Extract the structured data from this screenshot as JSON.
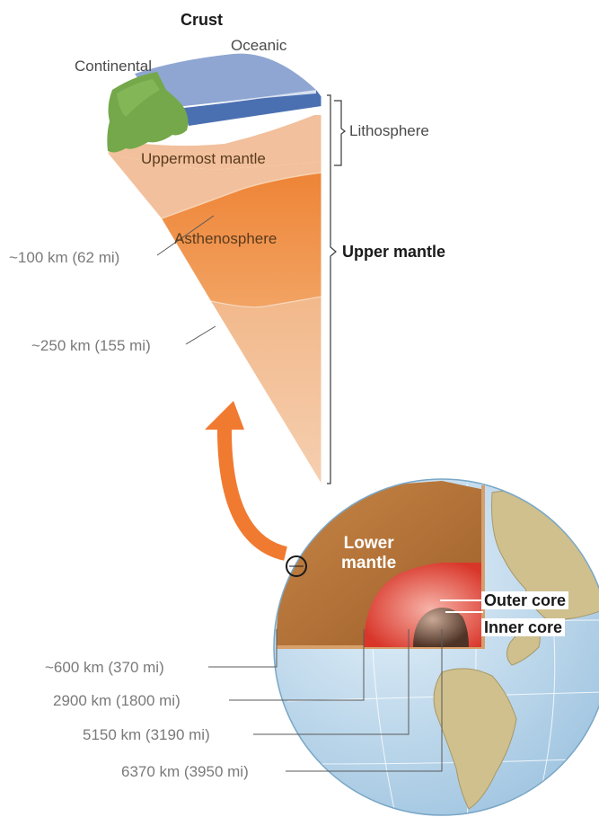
{
  "labels": {
    "crust": "Crust",
    "oceanic": "Oceanic",
    "continental": "Continental",
    "lithosphere": "Lithosphere",
    "uppermost_mantle": "Uppermost mantle",
    "asthenosphere": "Asthenosphere",
    "upper_mantle": "Upper mantle",
    "lower_mantle_line1": "Lower",
    "lower_mantle_line2": "mantle",
    "outer_core": "Outer core",
    "inner_core": "Inner core"
  },
  "depths": {
    "d100": "~100 km (62 mi)",
    "d250": "~250 km (155 mi)",
    "d600": "~600 km (370 mi)",
    "d2900": "2900 km (1800 mi)",
    "d5150": "5150 km (3190 mi)",
    "d6370": "6370 km (3950 mi)"
  },
  "colors": {
    "continental_crust": "#74a84a",
    "oceanic_crust": "#8fa6d2",
    "uppermost_mantle": "#f1c09a",
    "asthenosphere": "#f0883a",
    "lower_mantle": "#b8763a",
    "outer_core": "#e03a2a",
    "inner_core": "#6a4a36",
    "ocean": "#c4def0",
    "arrow": "#f07a30"
  }
}
